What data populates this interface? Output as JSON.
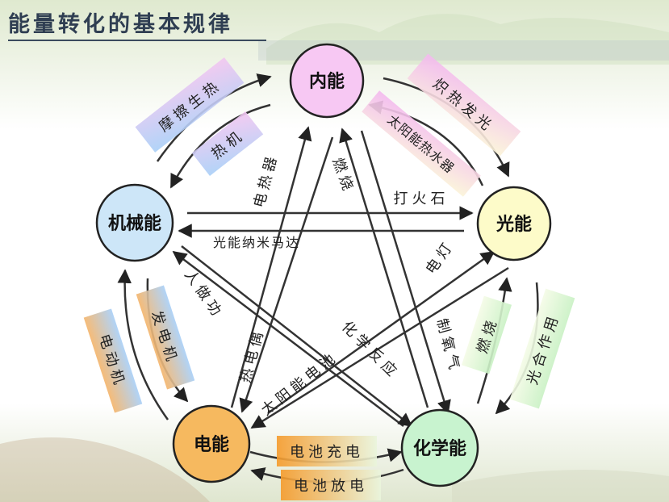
{
  "title": "能量转化的基本规律",
  "nodes": {
    "internal": {
      "label": "内能",
      "color": "#f7c8f3"
    },
    "light": {
      "label": "光能",
      "color": "#fdfbc9"
    },
    "chemical": {
      "label": "化学能",
      "color": "#c8f3cf"
    },
    "electric": {
      "label": "电能",
      "color": "#f6b95f"
    },
    "mechanical": {
      "label": "机械能",
      "color": "#cde6f8"
    }
  },
  "transforms": {
    "friction_heat": "摩擦生热",
    "heat_engine": "热机",
    "incandescence": "炽热发光",
    "solar_water_heater": "太阳能热水器",
    "electric_heater": "电热器",
    "combustion_internal": "燃烧",
    "flint": "打火石",
    "light_nanomotor": "光能纳米马达",
    "electric_lamp": "电灯",
    "human_work": "人做功",
    "thermocouple": "热电偶",
    "chemical_reaction": "化学反应",
    "solar_cell": "太阳能电池",
    "oxygen_production": "制氧气",
    "combustion_light": "燃烧",
    "photosynthesis": "光合作用",
    "electric_motor": "电动机",
    "generator": "发电机",
    "battery_charge": "电池充电",
    "battery_discharge": "电池放电"
  }
}
